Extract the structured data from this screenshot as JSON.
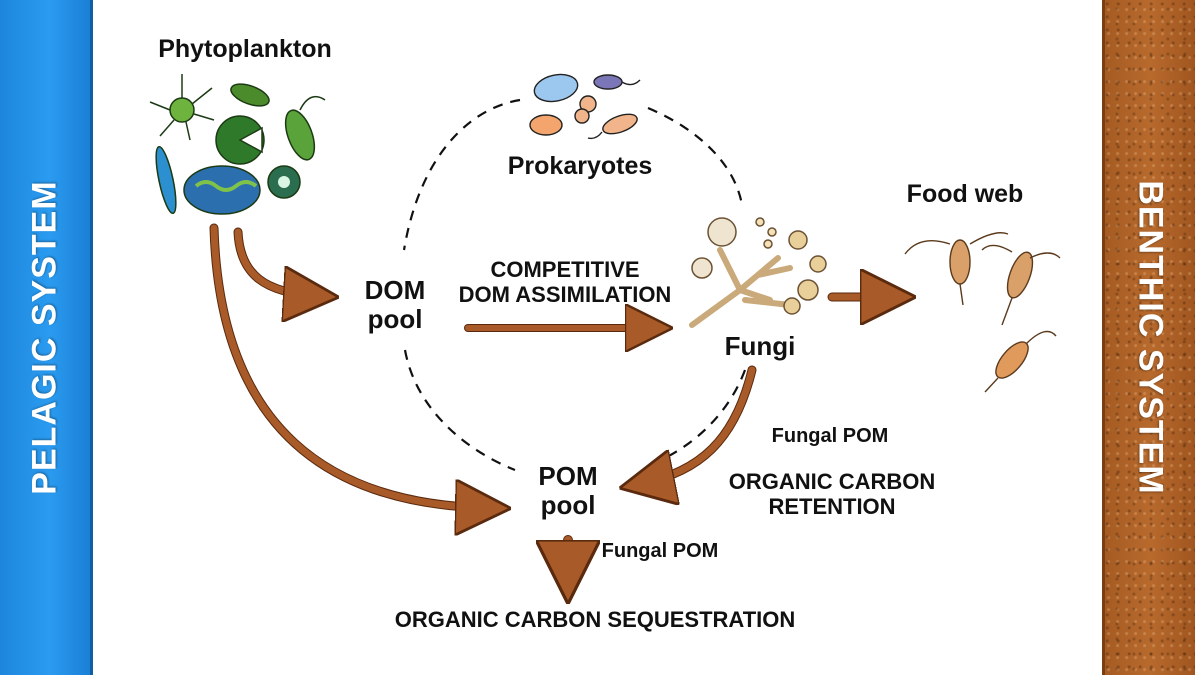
{
  "sidebars": {
    "left": "PELAGIC SYSTEM",
    "right": "BENTHIC SYSTEM"
  },
  "nodes": {
    "phytoplankton": "Phytoplankton",
    "prokaryotes": "Prokaryotes",
    "food_web": "Food web",
    "dom_pool": [
      "DOM",
      "pool"
    ],
    "pom_pool": [
      "POM",
      "pool"
    ],
    "fungi": "Fungi"
  },
  "labels": {
    "competitive": [
      "COMPETITIVE",
      "DOM ASSIMILATION"
    ],
    "fungal_pom_right": "Fungal POM",
    "retention": [
      "ORGANIC CARBON",
      "RETENTION"
    ],
    "fungal_pom_bottom": "Fungal POM",
    "sequestration": "ORGANIC CARBON SEQUESTRATION"
  },
  "colors": {
    "pelagic": "#2a9bf0",
    "benthic": "#b86a2d",
    "arrow": "#a85a28"
  },
  "icons": [
    "phytoplankton-cluster-icon",
    "prokaryotes-cluster-icon",
    "fungi-icon",
    "copepods-icon"
  ]
}
